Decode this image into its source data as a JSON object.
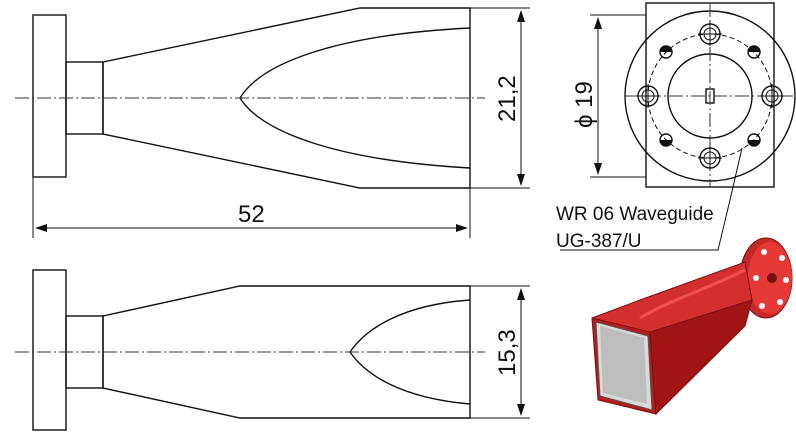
{
  "dimensions": {
    "length": "52",
    "height": "21,2",
    "width": "15,3",
    "flange_diameter": "ϕ 19"
  },
  "note": {
    "line1": "WR 06 Waveguide",
    "line2": "UG-387/U"
  },
  "colors": {
    "line": "#111111",
    "horn_red": "#d32f2f",
    "horn_dark": "#a31515",
    "horn_inner": "#d9d9d9"
  }
}
